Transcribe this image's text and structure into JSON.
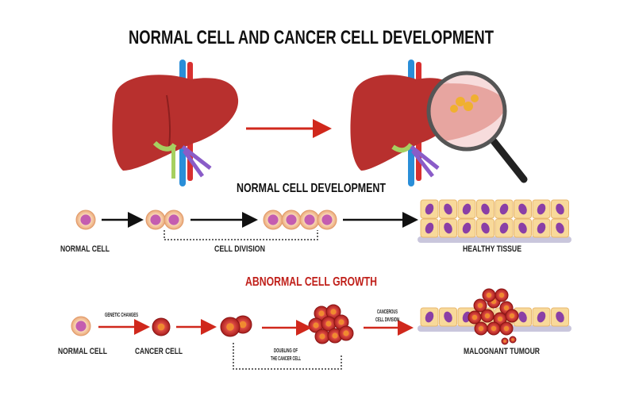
{
  "title": "NORMAL CELL AND CANCER CELL DEVELOPMENT",
  "normal_section": {
    "heading": "NORMAL CELL DEVELOPMENT",
    "labels": {
      "normal_cell": "NORMAL CELL",
      "cell_division": "CELL DIVISION",
      "healthy_tissue": "HEALTHY TISSUE"
    }
  },
  "abnormal_section": {
    "heading": "ABNORMAL CELL GROWTH",
    "labels": {
      "normal_cell": "NORMAL CELL",
      "genetic_changes": "GENETIC CHANGES",
      "cancer_cell": "CANCER CELL",
      "doubling_line1": "DOUBLING OF",
      "doubling_line2": "THE CANCER CELL",
      "cancerous_line1": "CANCEROUS",
      "cancerous_line2": "CELL DIVISION",
      "tumour": "MALOGNANT TUMOUR"
    }
  },
  "colors": {
    "liver": "#b8302e",
    "arrow_red": "#d0281c",
    "heading_red": "#c0201a",
    "cell_outer": "#f6c9a0",
    "cell_nucleus": "#c45db0",
    "tissue": "#f8d99a",
    "tissue_nucleus": "#8a3fa6",
    "cancer": "#d8403a"
  }
}
